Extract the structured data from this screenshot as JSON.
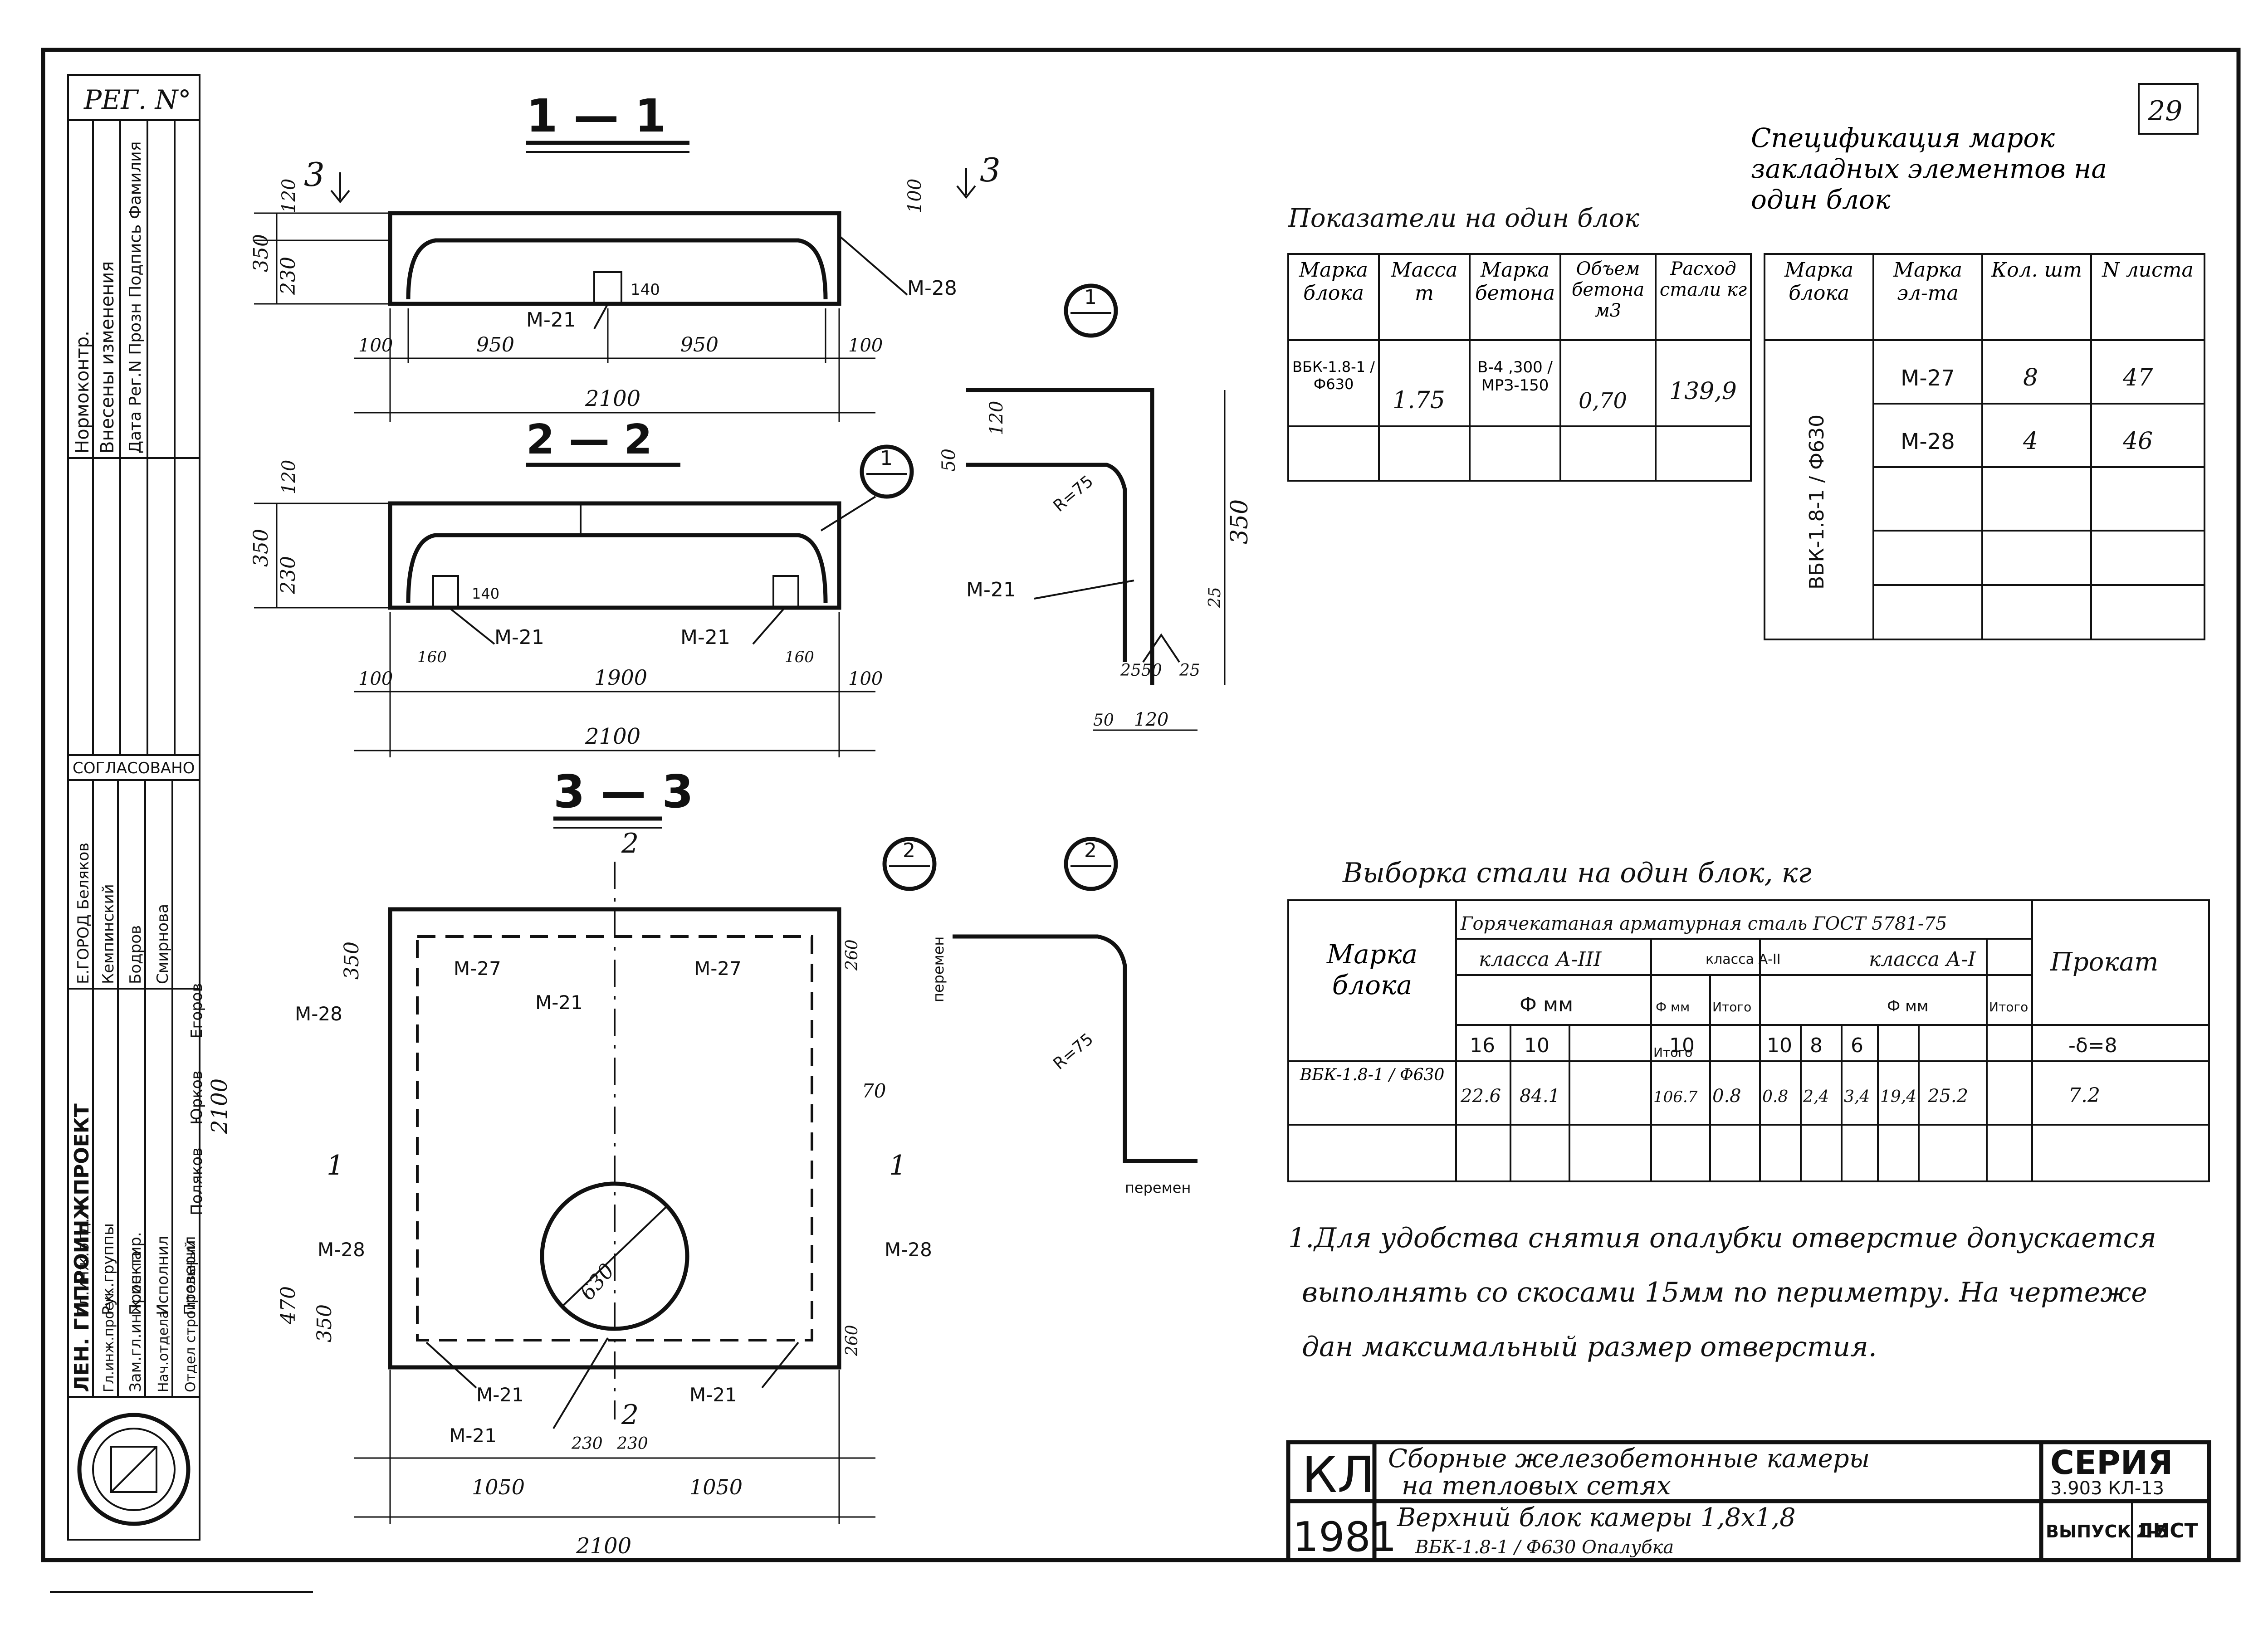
{
  "sheet_number": "29",
  "reg_label": "РЕГ. N°",
  "left_stamp": {
    "rows": [
      "Нормоконтр.",
      "Внесены изменения",
      "Дата Рег.N Прозн Подпись Фамилия"
    ],
    "agreed": "СОГЛАСОВАНО",
    "agreed_rows": [
      "Е.ГОРОД Беляков",
      "Кемпинский",
      "Бодров",
      "Смирнова"
    ],
    "staff_rows": [
      "Гл.инж.отд.",
      "Рук.группы",
      "Проектир.",
      "Исполнил",
      "Проверил"
    ],
    "org": "ЛЕН. ГИПРОИНЖПРОЕКТ",
    "dept": "Отдел строительный",
    "staff_extra": [
      "Зам.гл.инж.ин-та",
      "Гл.инж.проек.",
      "Нач.отдела",
      "Юрков",
      "Егоров",
      "Поляков"
    ]
  },
  "sections": {
    "s11": "1 — 1",
    "s22": "2 — 2",
    "s33": "3 — 3",
    "cut3": "3",
    "cut2": "2",
    "cut1": "1"
  },
  "callouts": [
    "1",
    "2"
  ],
  "marks": {
    "m21": "М-21",
    "m27": "М-27",
    "m28": "М-28",
    "r": "R=75",
    "peremen": "перемен"
  },
  "dims": {
    "d350": "350",
    "d230": "230",
    "d120": "120",
    "d100": "100",
    "d140": "140",
    "d950": "950",
    "d2100": "2100",
    "d160": "160",
    "d1900": "1900",
    "d50": "50",
    "d25": "25",
    "d260": "260",
    "d70": "70",
    "d470": "470",
    "d1050": "1050",
    "d630": "630",
    "d2550": "2550"
  },
  "indicators": {
    "title": "Показатели на один блок",
    "headers": [
      "Марка блока",
      "Масса т",
      "Марка бетона",
      "Объем бетона м3",
      "Расход стали кг"
    ],
    "row": [
      "ВБК-1.8-1 / Ф630",
      "1.75",
      "В-4 ,300 / МРЗ-150",
      "0,70",
      "139,9"
    ]
  },
  "spec": {
    "title": "Спецификация марок закладных элементов на один блок",
    "headers": [
      "Марка блока",
      "Марка эл-та",
      "Кол. шт",
      "N листа"
    ],
    "block": "ВБК-1.8-1 / Ф630",
    "rows": [
      [
        "М-27",
        "8",
        "47"
      ],
      [
        "М-28",
        "4",
        "46"
      ]
    ]
  },
  "steel": {
    "title": "Выборка стали на один блок, кг",
    "group": "Горячекатаная арматурная сталь ГОСТ 5781-75",
    "classes": [
      "класса А-III",
      "класса А-II",
      "класса А-I"
    ],
    "mark": "Марка блока",
    "prokat": "Прокат",
    "phi": "Ф мм",
    "itogo": "Итого",
    "diam": [
      "16",
      "10",
      "10",
      "10",
      "8",
      "6",
      "-δ=8"
    ],
    "row_block": "ВБК-1.8-1 / Ф630",
    "row": [
      "22.6",
      "84.1",
      "106.7",
      "0.8",
      "0.8",
      "2,4",
      "3,4",
      "19,4",
      "25.2",
      "7.2"
    ]
  },
  "note": [
    "1.Для удобства снятия опалубки отверстие допускается",
    "выполнять со скосами 15мм по периметру. На чертеже",
    "дан максимальный размер отверстия."
  ],
  "title_block": {
    "code": "КЛ",
    "year": "1981",
    "line1": "Сборные железобетонные камеры",
    "line2": "на тепловых сетях",
    "line3": "Верхний блок камеры 1,8х1,8",
    "line4": "ВБК-1.8-1 / Ф630 Опалубка",
    "series_label": "СЕРИЯ",
    "series": "3.903 КЛ-13",
    "issue": "ВЫПУСК 1-5",
    "sheet": "ЛИСТ"
  }
}
